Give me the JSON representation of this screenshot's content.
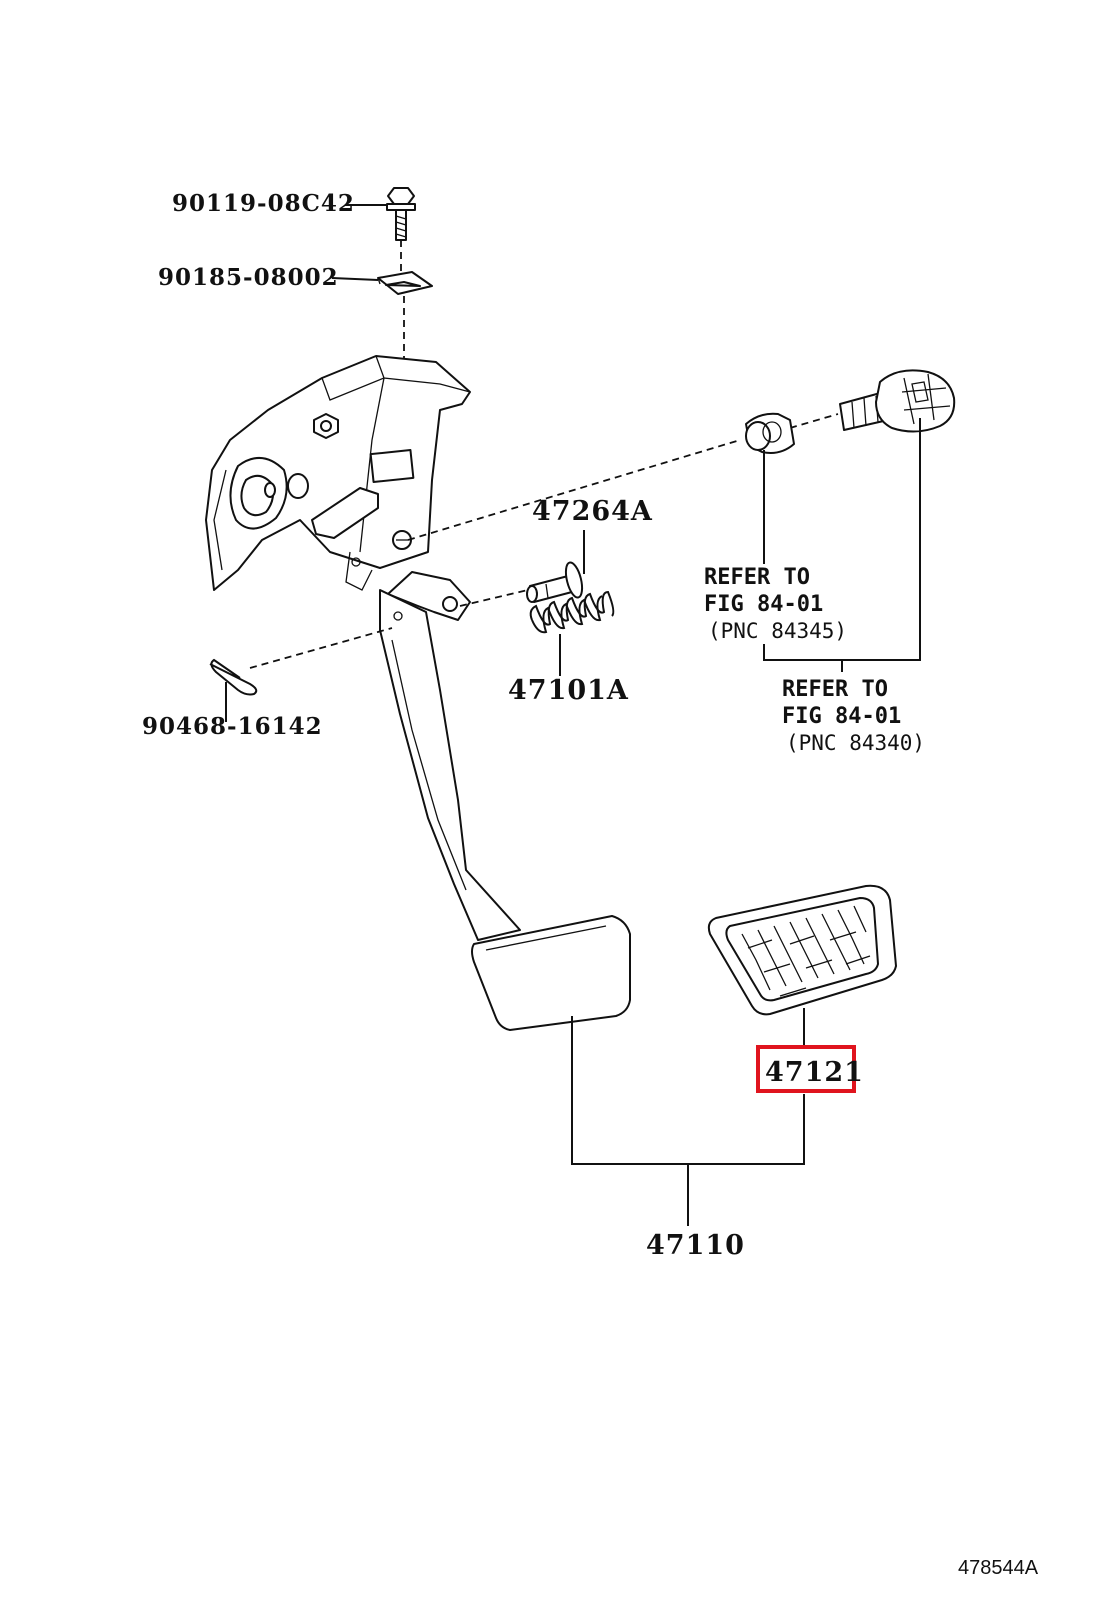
{
  "labels": {
    "p90119": "90119-08C42",
    "p90185": "90185-08002",
    "p47264A": "47264A",
    "p47101A": "47101A",
    "p90468": "90468-16142",
    "p47121": "47121",
    "p47110": "47110"
  },
  "refs": {
    "ref1": {
      "line1": "REFER  TO",
      "line2": "FIG  84-01",
      "line3": "(PNC  84345)"
    },
    "ref2": {
      "line1": "REFER  TO",
      "line2": "FIG  84-01",
      "line3": "(PNC  84340)"
    }
  },
  "figure_id": "478544A",
  "highlight": {
    "part": "47121",
    "color": "#e0141e"
  }
}
